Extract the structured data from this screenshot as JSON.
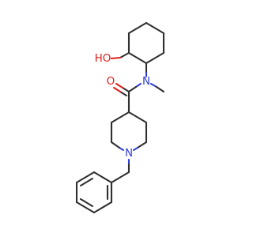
{
  "molecule": {
    "atoms": {
      "hydroxyl": {
        "text": "HO",
        "color": "#e0201b"
      },
      "carbonyl_oxygen": {
        "text": "O",
        "color": "#e0201b"
      },
      "amide_nitrogen": {
        "text": "N",
        "color": "#2f3ed6"
      },
      "piperidine_nitrogen": {
        "text": "N",
        "color": "#2f3ed6"
      }
    },
    "bond_color": "#303030"
  }
}
